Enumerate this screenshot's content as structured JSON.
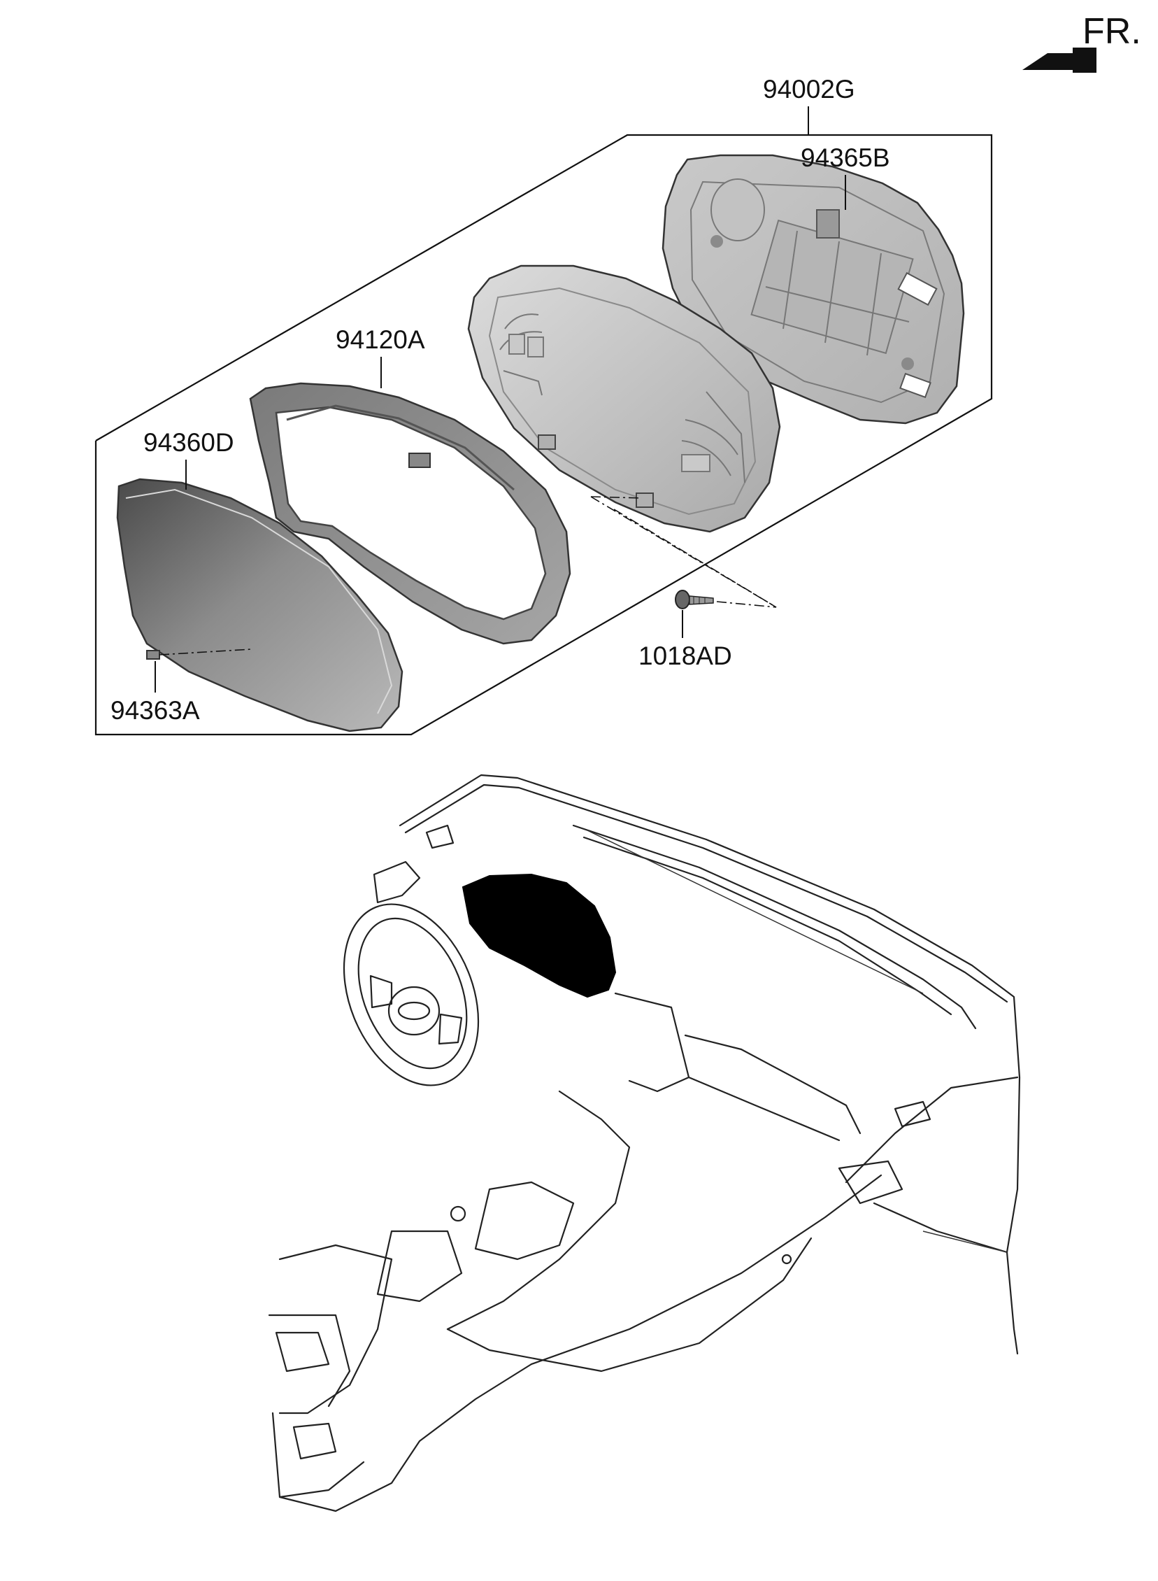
{
  "fr_marker": {
    "text": "FR."
  },
  "callouts": {
    "assembly": "94002G",
    "rear_case": "94365B",
    "cluster_board": "94120A",
    "window_lens": "94360D",
    "clip": "94363A",
    "screw": "1018AD"
  },
  "colors": {
    "ink": "#111111",
    "part_light": "#d4d4d4",
    "part_mid": "#9a9a9a",
    "part_dark": "#555555",
    "highlight_fill": "#000000"
  }
}
